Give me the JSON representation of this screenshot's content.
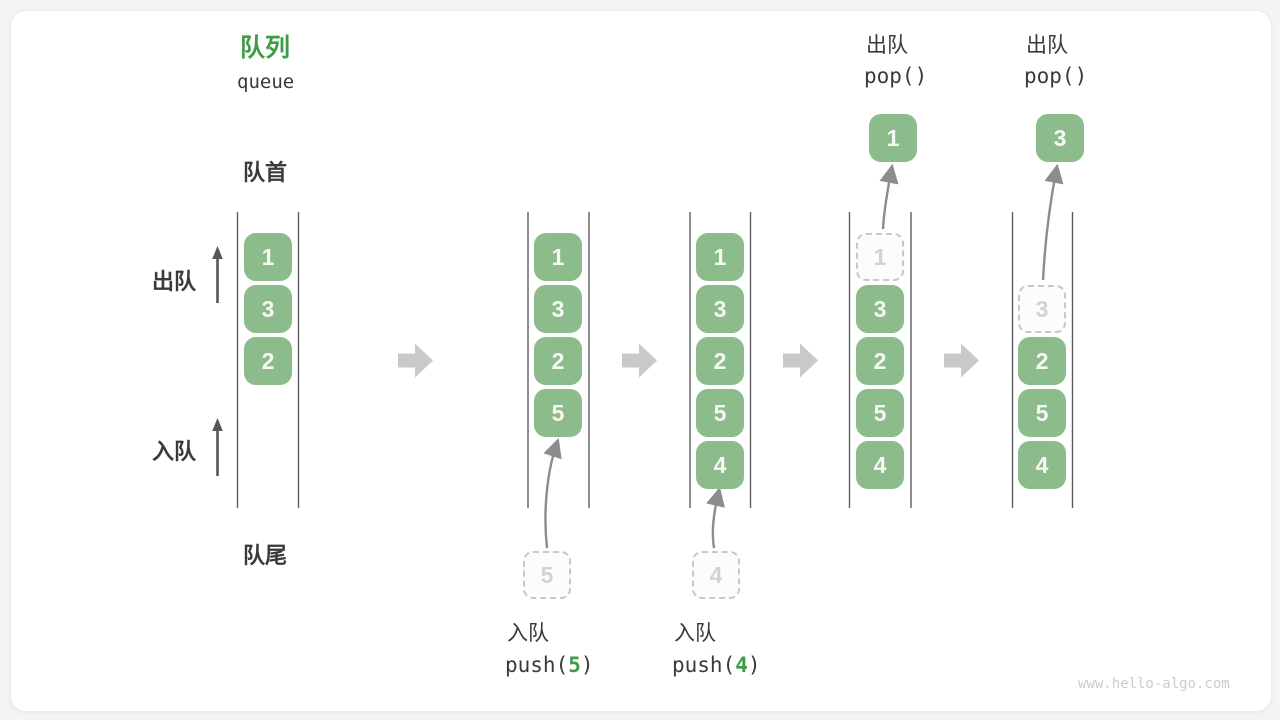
{
  "title": {
    "zh": "队列",
    "en": "queue"
  },
  "labels": {
    "front": "队首",
    "rear": "队尾",
    "dequeue": "出队",
    "enqueue": "入队"
  },
  "states": [
    {
      "boxes": [
        "1",
        "3",
        "2"
      ]
    },
    {
      "boxes": [
        "1",
        "3",
        "2",
        "5"
      ],
      "pending_value": "5",
      "op": {
        "action": "入队",
        "code_before": "push(",
        "code_arg": "5",
        "code_after": ")"
      }
    },
    {
      "boxes": [
        "1",
        "3",
        "2",
        "5",
        "4"
      ],
      "pending_value": "4",
      "op": {
        "action": "入队",
        "code_before": "push(",
        "code_arg": "4",
        "code_after": ")"
      }
    },
    {
      "ghost_value": "1",
      "boxes": [
        "3",
        "2",
        "5",
        "4"
      ],
      "popped_value": "1",
      "op": {
        "action": "出队",
        "code": "pop()"
      }
    },
    {
      "ghost_value": "3",
      "boxes": [
        "2",
        "5",
        "4"
      ],
      "popped_value": "3",
      "op": {
        "action": "出队",
        "code": "pop()"
      }
    }
  ],
  "icons": {
    "flow_arrow": "block-arrow-right",
    "direction_arrow": "arrow-up",
    "transfer_arrow": "curved-arrow"
  },
  "colors": {
    "accent_green": "#3f9b45",
    "box_green": "#8cbc8c",
    "box_text": "#f8f8f5",
    "ghost_border": "#c8c8c8",
    "ghost_text": "#d2d2d2",
    "wall_line": "#5c5c5c",
    "flow_arrow": "#c9c9c9",
    "curve_arrow": "#8c8c8c",
    "label_text": "#3a3a3a",
    "watermark": "#cccccc"
  },
  "watermark": "www.hello-algo.com"
}
